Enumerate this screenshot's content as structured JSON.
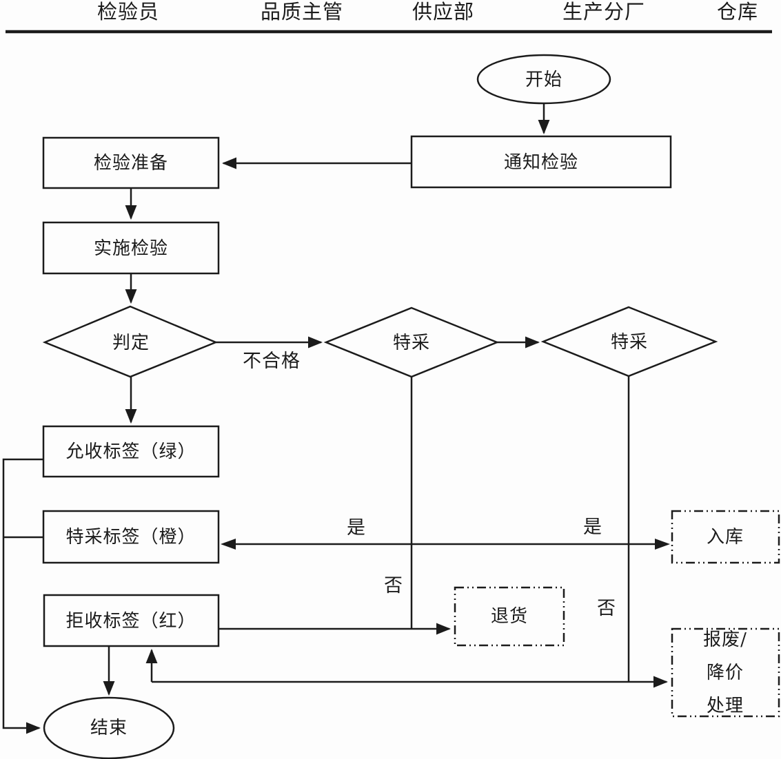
{
  "colors": {
    "ink": "#1b1b1b",
    "background": "#fdfdfd"
  },
  "lanes": [
    {
      "id": "inspector",
      "label": "检验员"
    },
    {
      "id": "quality-supervisor",
      "label": "品质主管"
    },
    {
      "id": "supply-dept",
      "label": "供应部"
    },
    {
      "id": "production-branch",
      "label": "生产分厂"
    },
    {
      "id": "warehouse",
      "label": "仓库"
    }
  ],
  "nodes": {
    "start": {
      "label": "开始",
      "shape": "terminator"
    },
    "notify": {
      "label": "通知检验",
      "shape": "process"
    },
    "prepare": {
      "label": "检验准备",
      "shape": "process"
    },
    "implement": {
      "label": "实施检验",
      "shape": "process"
    },
    "judge": {
      "label": "判定",
      "shape": "decision"
    },
    "special_supply": {
      "label": "特采",
      "shape": "decision"
    },
    "special_production": {
      "label": "特采",
      "shape": "decision"
    },
    "green_label": {
      "label": "允收标签（绿）",
      "shape": "process"
    },
    "orange_label": {
      "label": "特采标签（橙）",
      "shape": "process"
    },
    "red_label": {
      "label": "拒收标签（红）",
      "shape": "process"
    },
    "inbound": {
      "label": "入库",
      "shape": "dashed-outcome"
    },
    "return_goods": {
      "label": "退货",
      "shape": "dashed-outcome"
    },
    "scrap": {
      "label": "报废/降价\n处理",
      "shape": "dashed-outcome"
    },
    "end": {
      "label": "结束",
      "shape": "terminator"
    }
  },
  "edge_labels": {
    "unqualified": "不合格",
    "supply_yes": "是",
    "supply_no": "否",
    "production_yes": "是",
    "production_no": "否"
  }
}
